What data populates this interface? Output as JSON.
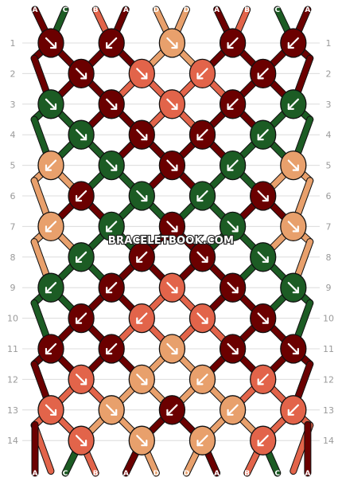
{
  "watermark": "BRACELETBOOK.COM",
  "strands": [
    "A",
    "C",
    "B",
    "A",
    "D",
    "D",
    "A",
    "B",
    "C",
    "A"
  ],
  "row_labels": [
    "1",
    "2",
    "3",
    "4",
    "5",
    "6",
    "7",
    "8",
    "9",
    "10",
    "11",
    "12",
    "13",
    "14"
  ],
  "colors": {
    "A": "#6b0000",
    "B": "#e2644a",
    "C": "#1c5c24",
    "D": "#e8a06c",
    "grid": "#dcdcdc",
    "outline": "#111111",
    "arrow": "#ffffff"
  },
  "knots": [
    [
      {
        "c": "A",
        "d": "se"
      },
      {
        "c": "A",
        "d": "sw"
      },
      {
        "c": "D",
        "d": "se"
      },
      {
        "c": "A",
        "d": "sw"
      },
      {
        "c": "A",
        "d": "sw"
      }
    ],
    [
      {
        "c": "A",
        "d": "se"
      },
      {
        "c": "B",
        "d": "se"
      },
      {
        "c": "B",
        "d": "sw"
      },
      {
        "c": "A",
        "d": "sw"
      }
    ],
    [
      {
        "c": "C",
        "d": "se"
      },
      {
        "c": "A",
        "d": "se"
      },
      {
        "c": "B",
        "d": "se"
      },
      {
        "c": "A",
        "d": "sw"
      },
      {
        "c": "C",
        "d": "sw"
      }
    ],
    [
      {
        "c": "C",
        "d": "se"
      },
      {
        "c": "A",
        "d": "se"
      },
      {
        "c": "A",
        "d": "sw"
      },
      {
        "c": "C",
        "d": "sw"
      }
    ],
    [
      {
        "c": "D",
        "d": "sw"
      },
      {
        "c": "C",
        "d": "se"
      },
      {
        "c": "A",
        "d": "se"
      },
      {
        "c": "C",
        "d": "sw"
      },
      {
        "c": "D",
        "d": "se"
      }
    ],
    [
      {
        "c": "A",
        "d": "sw"
      },
      {
        "c": "C",
        "d": "se"
      },
      {
        "c": "C",
        "d": "sw"
      },
      {
        "c": "A",
        "d": "se"
      }
    ],
    [
      {
        "c": "D",
        "d": "sw"
      },
      {
        "c": "C",
        "d": "sw"
      },
      {
        "c": "A",
        "d": "se"
      },
      {
        "c": "C",
        "d": "se"
      },
      {
        "c": "D",
        "d": "se"
      }
    ],
    [
      {
        "c": "C",
        "d": "sw"
      },
      {
        "c": "A",
        "d": "sw"
      },
      {
        "c": "A",
        "d": "se"
      },
      {
        "c": "C",
        "d": "se"
      }
    ],
    [
      {
        "c": "C",
        "d": "sw"
      },
      {
        "c": "A",
        "d": "sw"
      },
      {
        "c": "B",
        "d": "se"
      },
      {
        "c": "A",
        "d": "se"
      },
      {
        "c": "C",
        "d": "se"
      }
    ],
    [
      {
        "c": "A",
        "d": "sw"
      },
      {
        "c": "B",
        "d": "sw"
      },
      {
        "c": "B",
        "d": "se"
      },
      {
        "c": "A",
        "d": "se"
      }
    ],
    [
      {
        "c": "A",
        "d": "sw"
      },
      {
        "c": "A",
        "d": "sw"
      },
      {
        "c": "D",
        "d": "se"
      },
      {
        "c": "A",
        "d": "se"
      },
      {
        "c": "A",
        "d": "se"
      }
    ],
    [
      {
        "c": "B",
        "d": "se"
      },
      {
        "c": "D",
        "d": "se"
      },
      {
        "c": "D",
        "d": "sw"
      },
      {
        "c": "B",
        "d": "sw"
      }
    ],
    [
      {
        "c": "B",
        "d": "se"
      },
      {
        "c": "D",
        "d": "se"
      },
      {
        "c": "A",
        "d": "sw"
      },
      {
        "c": "D",
        "d": "sw"
      },
      {
        "c": "B",
        "d": "sw"
      }
    ],
    [
      {
        "c": "B",
        "d": "se"
      },
      {
        "c": "D",
        "d": "se"
      },
      {
        "c": "D",
        "d": "sw"
      },
      {
        "c": "B",
        "d": "sw"
      }
    ]
  ]
}
